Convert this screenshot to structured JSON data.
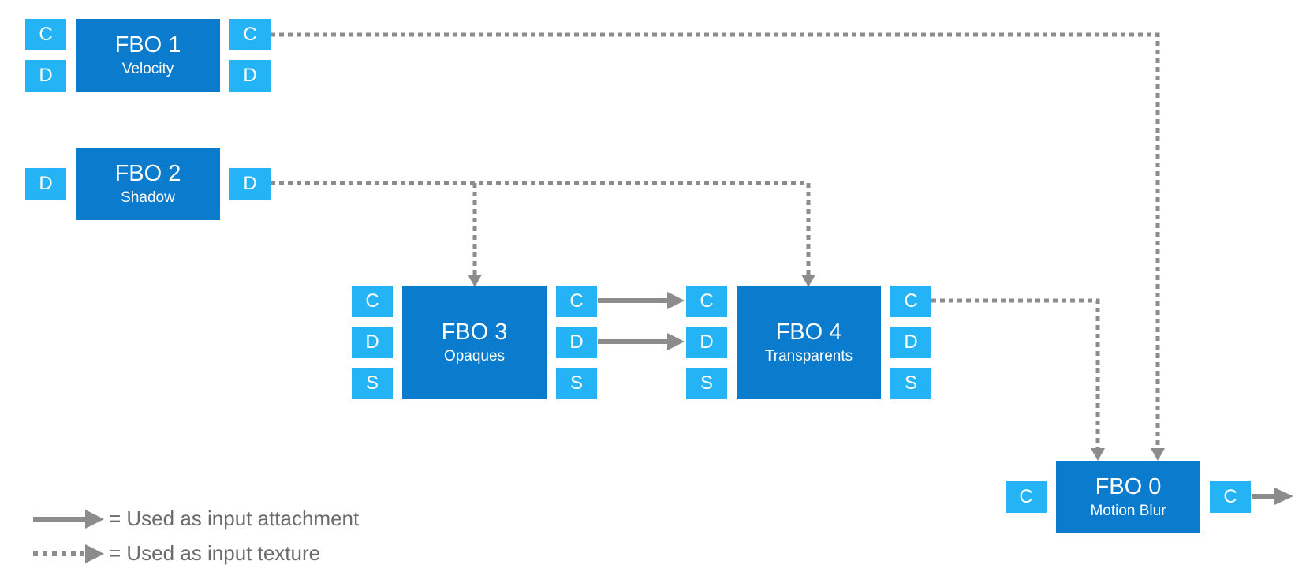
{
  "colors": {
    "fbo": "#0a7bcd",
    "attachment": "#24b4f5",
    "connector": "#8c8c8c",
    "legend_text": "#6b6b6b"
  },
  "fbos": {
    "fbo1": {
      "title": "FBO 1",
      "subtitle": "Velocity"
    },
    "fbo2": {
      "title": "FBO 2",
      "subtitle": "Shadow"
    },
    "fbo3": {
      "title": "FBO 3",
      "subtitle": "Opaques"
    },
    "fbo4": {
      "title": "FBO 4",
      "subtitle": "Transparents"
    },
    "fbo0": {
      "title": "FBO 0",
      "subtitle": "Motion Blur"
    }
  },
  "attachments": {
    "color": "C",
    "depth": "D",
    "stencil": "S"
  },
  "legend": {
    "solid": "= Used as input attachment",
    "dotted": "= Used as input texture"
  }
}
